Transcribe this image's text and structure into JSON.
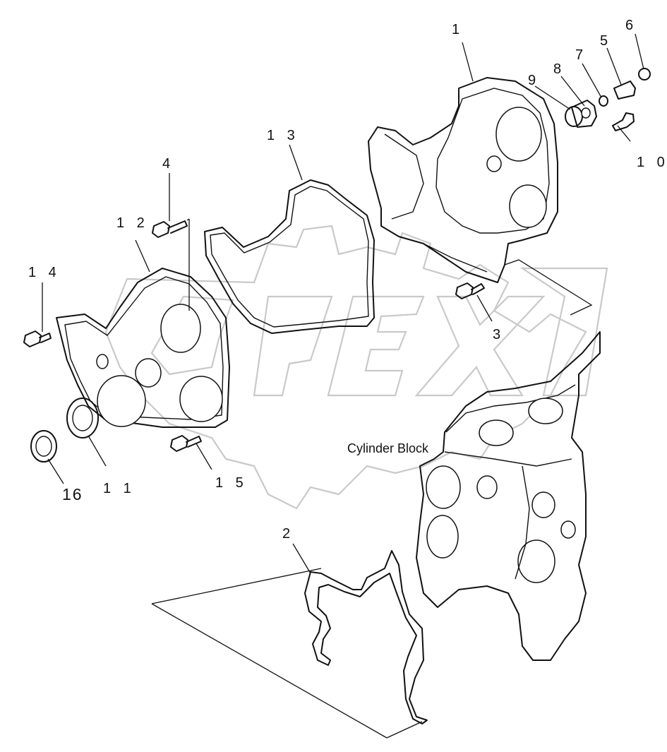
{
  "diagram": {
    "block_label": "Cylinder Block",
    "watermark": "OPEX",
    "callouts": {
      "c1": "1",
      "c2": "2",
      "c3": "3",
      "c4": "4",
      "c5": "5",
      "c6": "6",
      "c7": "7",
      "c8": "8",
      "c9": "9",
      "c10": "1 0",
      "c11": "1 1",
      "c12": "1 2",
      "c13": "1 3",
      "c14": "1 4",
      "c15": "1 5",
      "c16": "16"
    }
  }
}
